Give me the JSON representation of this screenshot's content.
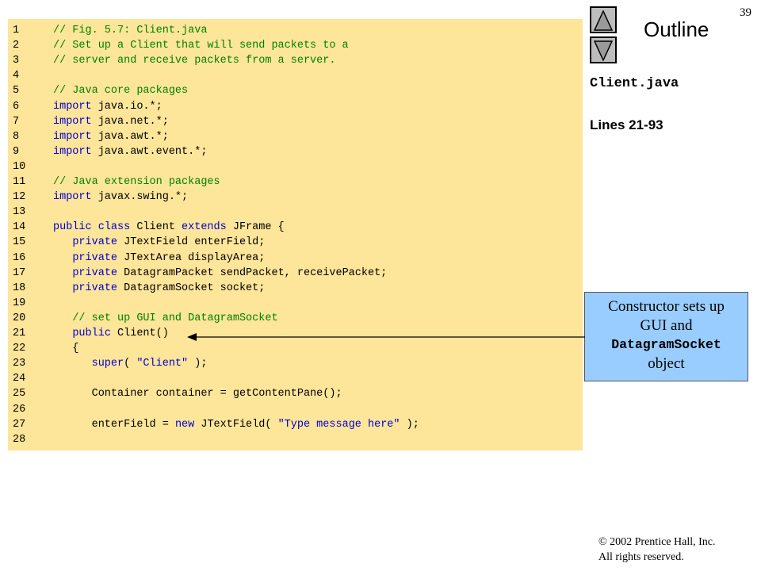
{
  "slide": {
    "number": "39"
  },
  "sidebar": {
    "outline_title": "Outline",
    "file_name": "Client.java",
    "lines_label": "Lines 21-93"
  },
  "callout": {
    "line1": "Constructor sets up",
    "line2": "GUI and",
    "line3": "DatagramSocket",
    "line4": "object"
  },
  "copyright": {
    "line1": "© 2002 Prentice Hall, Inc.",
    "line2": "All rights reserved."
  },
  "code": {
    "lines": [
      {
        "n": "1",
        "t": [
          {
            "c": "c",
            "v": "// Fig. 5.7: Client.java"
          }
        ]
      },
      {
        "n": "2",
        "t": [
          {
            "c": "c",
            "v": "// Set up a Client that will send packets to a"
          }
        ]
      },
      {
        "n": "3",
        "t": [
          {
            "c": "c",
            "v": "// server and receive packets from a server."
          }
        ]
      },
      {
        "n": "4",
        "t": []
      },
      {
        "n": "5",
        "t": [
          {
            "c": "c",
            "v": "// Java core packages"
          }
        ]
      },
      {
        "n": "6",
        "t": [
          {
            "c": "k",
            "v": "import"
          },
          {
            "c": "",
            "v": " java.io.*;"
          }
        ]
      },
      {
        "n": "7",
        "t": [
          {
            "c": "k",
            "v": "import"
          },
          {
            "c": "",
            "v": " java.net.*;"
          }
        ]
      },
      {
        "n": "8",
        "t": [
          {
            "c": "k",
            "v": "import"
          },
          {
            "c": "",
            "v": " java.awt.*;"
          }
        ]
      },
      {
        "n": "9",
        "t": [
          {
            "c": "k",
            "v": "import"
          },
          {
            "c": "",
            "v": " java.awt.event.*;"
          }
        ]
      },
      {
        "n": "10",
        "t": []
      },
      {
        "n": "11",
        "t": [
          {
            "c": "c",
            "v": "// Java extension packages"
          }
        ]
      },
      {
        "n": "12",
        "t": [
          {
            "c": "k",
            "v": "import"
          },
          {
            "c": "",
            "v": " javax.swing.*;"
          }
        ]
      },
      {
        "n": "13",
        "t": []
      },
      {
        "n": "14",
        "t": [
          {
            "c": "k",
            "v": "public class"
          },
          {
            "c": "",
            "v": " Client "
          },
          {
            "c": "k",
            "v": "extends"
          },
          {
            "c": "",
            "v": " JFrame {"
          }
        ]
      },
      {
        "n": "15",
        "t": [
          {
            "c": "",
            "v": "   "
          },
          {
            "c": "k",
            "v": "private"
          },
          {
            "c": "",
            "v": " JTextField enterField;"
          }
        ]
      },
      {
        "n": "16",
        "t": [
          {
            "c": "",
            "v": "   "
          },
          {
            "c": "k",
            "v": "private"
          },
          {
            "c": "",
            "v": " JTextArea displayArea;"
          }
        ]
      },
      {
        "n": "17",
        "t": [
          {
            "c": "",
            "v": "   "
          },
          {
            "c": "k",
            "v": "private"
          },
          {
            "c": "",
            "v": " DatagramPacket sendPacket, receivePacket;"
          }
        ]
      },
      {
        "n": "18",
        "t": [
          {
            "c": "",
            "v": "   "
          },
          {
            "c": "k",
            "v": "private"
          },
          {
            "c": "",
            "v": " DatagramSocket socket;"
          }
        ]
      },
      {
        "n": "19",
        "t": []
      },
      {
        "n": "20",
        "t": [
          {
            "c": "",
            "v": "   "
          },
          {
            "c": "c",
            "v": "// set up GUI and DatagramSocket"
          }
        ]
      },
      {
        "n": "21",
        "t": [
          {
            "c": "",
            "v": "   "
          },
          {
            "c": "k",
            "v": "public"
          },
          {
            "c": "",
            "v": " Client()"
          }
        ]
      },
      {
        "n": "22",
        "t": [
          {
            "c": "",
            "v": "   {"
          }
        ]
      },
      {
        "n": "23",
        "t": [
          {
            "c": "",
            "v": "      "
          },
          {
            "c": "k",
            "v": "super"
          },
          {
            "c": "",
            "v": "( "
          },
          {
            "c": "s",
            "v": "\"Client\""
          },
          {
            "c": "",
            "v": " );"
          }
        ]
      },
      {
        "n": "24",
        "t": []
      },
      {
        "n": "25",
        "t": [
          {
            "c": "",
            "v": "      Container container = getContentPane();"
          }
        ]
      },
      {
        "n": "26",
        "t": []
      },
      {
        "n": "27",
        "t": [
          {
            "c": "",
            "v": "      enterField = "
          },
          {
            "c": "k",
            "v": "new"
          },
          {
            "c": "",
            "v": " JTextField( "
          },
          {
            "c": "s",
            "v": "\"Type message here\""
          },
          {
            "c": "",
            "v": " );"
          }
        ]
      },
      {
        "n": "28",
        "t": []
      }
    ]
  }
}
